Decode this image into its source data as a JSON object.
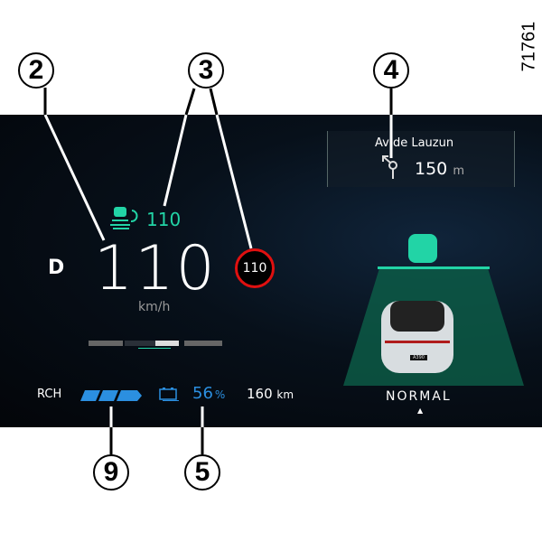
{
  "figure_number": "71761",
  "callouts": [
    "2",
    "3",
    "4",
    "9",
    "5"
  ],
  "cluster": {
    "gear": "D",
    "speed": "110",
    "speed_unit": "km/h",
    "acc_set_speed": "110",
    "speed_limit_sign": "110",
    "navigation": {
      "street": "Av de Lauzun",
      "distance": "150",
      "distance_unit": "m"
    },
    "drive_mode": "NORMAL",
    "regen_label": "RCH",
    "regen_level": 3,
    "battery_percent": "56",
    "battery_unit": "%",
    "range": "160",
    "range_unit": "km",
    "vehicle_badge": "A390"
  },
  "colors": {
    "accent_green": "#22d4a6",
    "battery_blue": "#2b8fe0",
    "limit_red": "#e01010"
  }
}
